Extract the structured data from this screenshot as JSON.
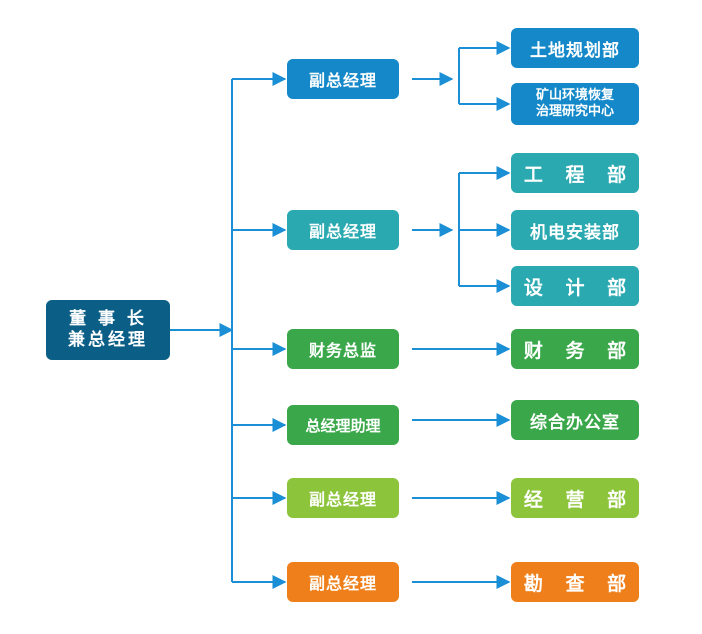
{
  "root": {
    "line1": "董 事 长",
    "line2": "兼总经理",
    "color": "#0b5e86"
  },
  "managers": [
    {
      "label": "副总经理",
      "color": "#1488c8"
    },
    {
      "label": "副总经理",
      "color": "#2aa9b0"
    },
    {
      "label": "财务总监",
      "color": "#3aa84a"
    },
    {
      "label": "总经理助理",
      "color": "#3aa84a"
    },
    {
      "label": "副总经理",
      "color": "#8cc43c"
    },
    {
      "label": "副总经理",
      "color": "#ef7f1a"
    }
  ],
  "departments": [
    {
      "label": "土地规划部",
      "color": "#1488c8"
    },
    {
      "line1": "矿山环境恢复",
      "line2": "治理研究中心",
      "color": "#1488c8"
    },
    {
      "label": "工 程 部",
      "color": "#2aa9b0"
    },
    {
      "label": "机电安装部",
      "color": "#2aa9b0"
    },
    {
      "label": "设 计 部",
      "color": "#2aa9b0"
    },
    {
      "label": "财 务 部",
      "color": "#3aa84a"
    },
    {
      "label": "综合办公室",
      "color": "#3aa84a"
    },
    {
      "label": "经 营 部",
      "color": "#8cc43c"
    },
    {
      "label": "勘 查 部",
      "color": "#ef7f1a"
    }
  ],
  "connector_color": "#1a8fd6"
}
